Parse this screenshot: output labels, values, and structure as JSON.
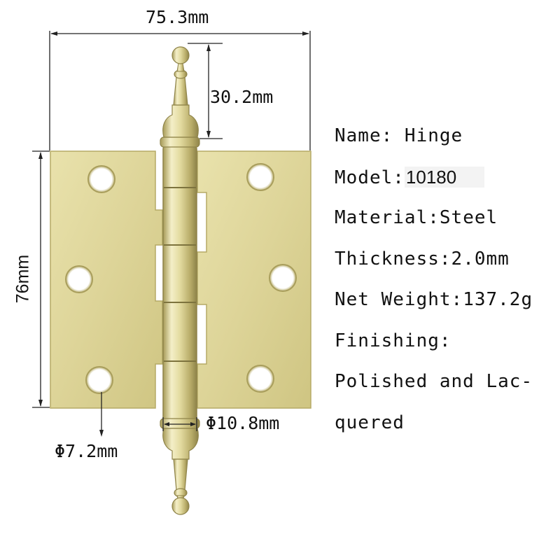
{
  "dimensions": {
    "width": "75.3mm",
    "height": "76mm",
    "finial_height": "30.2mm",
    "knuckle_diameter": "Φ10.8mm",
    "hole_diameter": "Φ7.2mm"
  },
  "specs": {
    "name_label": "Name: ",
    "name_value": "Hinge",
    "model_label": "Model:",
    "model_value": "10180",
    "material_label": "Material:",
    "material_value": "Steel",
    "thickness_label": "Thickness:",
    "thickness_value": "2.0mm",
    "weight_label": "Net Weight:",
    "weight_value": "137.2g",
    "finishing_label": "Finishing:",
    "finishing_value_line1": "Polished and Lac-",
    "finishing_value_line2": "quered"
  },
  "colors": {
    "brass_light": "#ece6b0",
    "brass_mid": "#d8cf8e",
    "brass_dark": "#9c9150",
    "dimension_line": "#222222"
  }
}
